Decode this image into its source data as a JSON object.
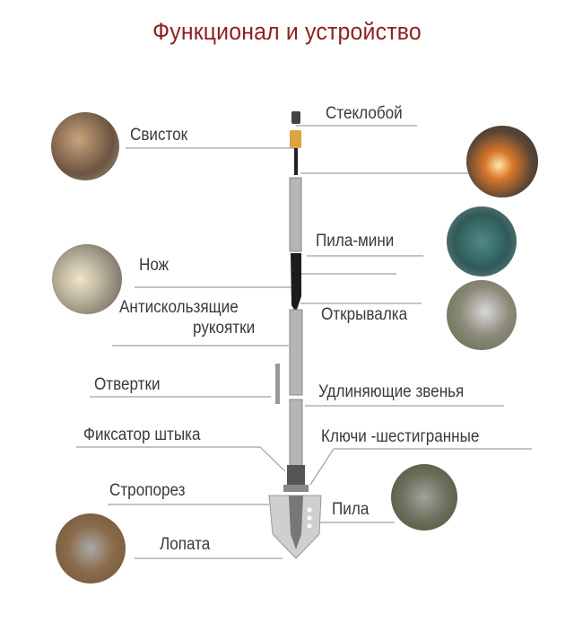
{
  "title": "Функционал и устройство",
  "labels": {
    "whistle": "Свисток",
    "glass_breaker": "Стеклобой",
    "mini_saw": "Пила-мини",
    "knife": "Нож",
    "grips_line1": "Антискользящие",
    "grips_line2": "рукоятки",
    "opener": "Открывалка",
    "screwdrivers": "Отвертки",
    "extensions": "Удлиняющие звенья",
    "bayonet_lock": "Фиксатор штыка",
    "hex_keys": "Ключи -шестигранные",
    "line_cutter": "Стропорез",
    "saw": "Пила",
    "shovel": "Лопата"
  },
  "colors": {
    "title": "#8e1f1f",
    "text": "#3a3a3a",
    "line": "#9a9a9a"
  }
}
